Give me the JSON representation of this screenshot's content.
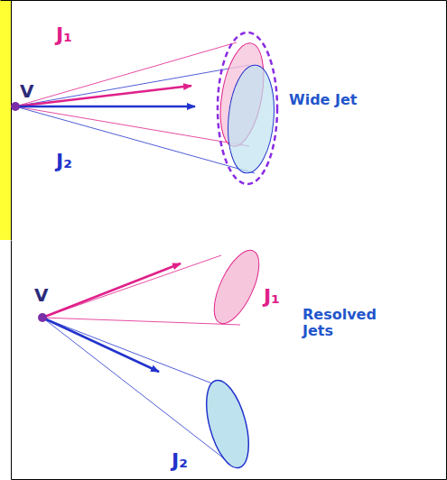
{
  "diagram": {
    "labels": [
      "J₁",
      "V",
      "J₂",
      "Wide Jet",
      "J₁",
      "V",
      "Resolved Jets",
      "J₂"
    ]
  }
}
